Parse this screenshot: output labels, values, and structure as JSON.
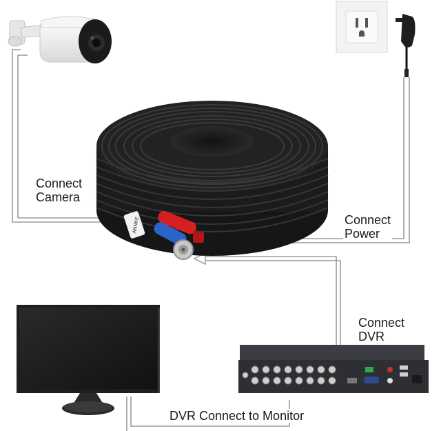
{
  "labels": {
    "connect_camera": [
      "Connect",
      "Camera"
    ],
    "connect_power": [
      "Connect",
      "Power"
    ],
    "connect_dvr": [
      "Connect",
      "DVR"
    ],
    "dvr_to_monitor": "DVR Connect to Monitor"
  },
  "cable_tag": "ANNKE",
  "colors": {
    "line": "#9a9a9a",
    "cable": "#1d1d1d",
    "red_plug": "#d62020",
    "blue_plug": "#2b64c8",
    "metal": "#c9c9c9",
    "dvr_body": "#2e2f33",
    "wall_plate": "#f1f1f1"
  }
}
